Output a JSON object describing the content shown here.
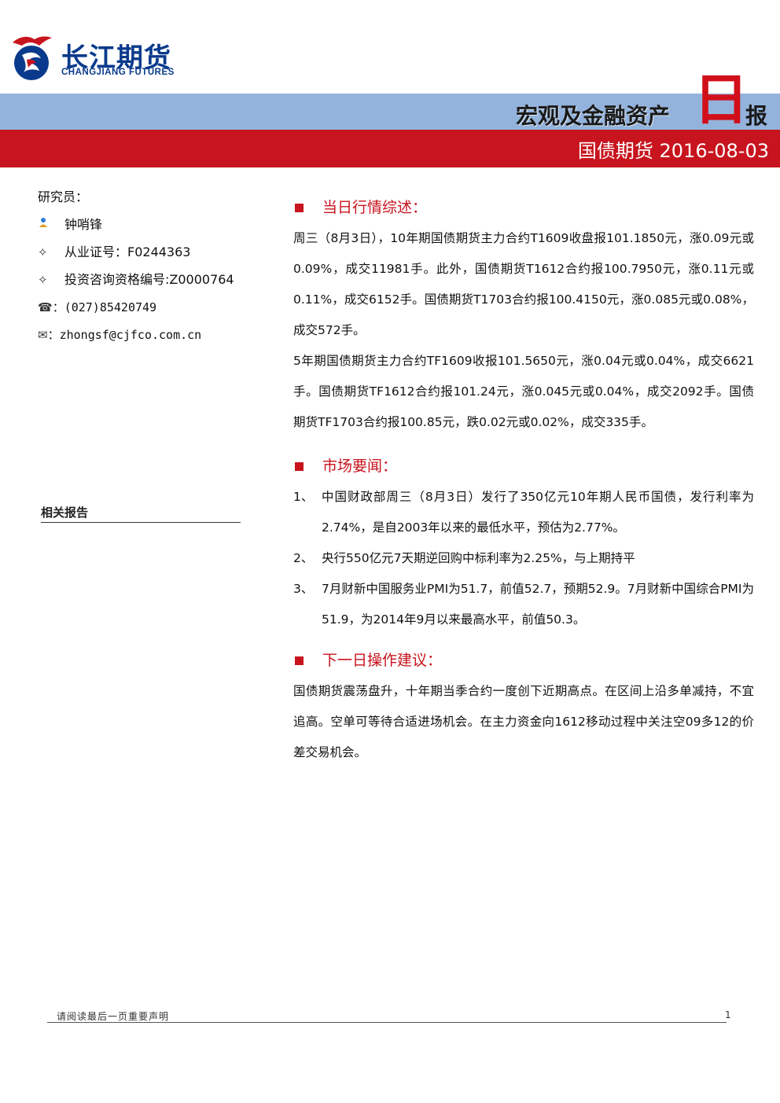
{
  "brand": {
    "name_cn": "长江期货",
    "name_en": "CHANGJIANG FUTURES"
  },
  "header": {
    "title_main": "宏观及金融资产",
    "title_ri": "日",
    "title_bao": "报",
    "subtitle": "国债期货 2016-08-03",
    "colors": {
      "blue_band": "#93b3dc",
      "red_band": "#c8141e"
    }
  },
  "sidebar": {
    "researcher_label": "研究员：",
    "name": "钟哨锋",
    "cert_label": "从业证号：F0244363",
    "consult_label": "投资咨询资格编号:Z0000764",
    "phone": "：(027)85420749",
    "email": "：zhongsf@cjfco.com.cn",
    "related_reports": "相关报告"
  },
  "sections": {
    "market": {
      "heading": "当日行情综述：",
      "p1": "周三（8月3日），10年期国债期货主力合约T1609收盘报101.1850元，涨0.09元或0.09%，成交11981手。此外，国债期货T1612合约报100.7950元，涨0.11元或0.11%，成交6152手。国债期货T1703合约报100.4150元，涨0.085元或0.08%，成交572手。",
      "p2": "5年期国债期货主力合约TF1609收报101.5650元，涨0.04元或0.04%，成交6621手。国债期货TF1612合约报101.24元，涨0.045元或0.04%，成交2092手。国债期货TF1703合约报100.85元，跌0.02元或0.02%，成交335手。"
    },
    "news": {
      "heading": "市场要闻：",
      "items": [
        {
          "num": "1、",
          "text": "中国财政部周三（8月3日）发行了350亿元10年期人民币国债，发行利率为2.74%，是自2003年以来的最低水平，预估为2.77%。"
        },
        {
          "num": "2、",
          "text": "央行550亿元7天期逆回购中标利率为2.25%，与上期持平"
        },
        {
          "num": "3、",
          "text": "7月财新中国服务业PMI为51.7，前值52.7，预期52.9。7月财新中国综合PMI为51.9，为2014年9月以来最高水平，前值50.3。"
        }
      ]
    },
    "advice": {
      "heading": "下一日操作建议：",
      "p1": "国债期货震荡盘升，十年期当季合约一度创下近期高点。在区间上沿多单减持，不宜追高。空单可等待合适进场机会。在主力资金向1612移动过程中关注空09多12的价差交易机会。"
    }
  },
  "footer": {
    "notice": "请阅读最后一页重要声明",
    "page": "1"
  }
}
